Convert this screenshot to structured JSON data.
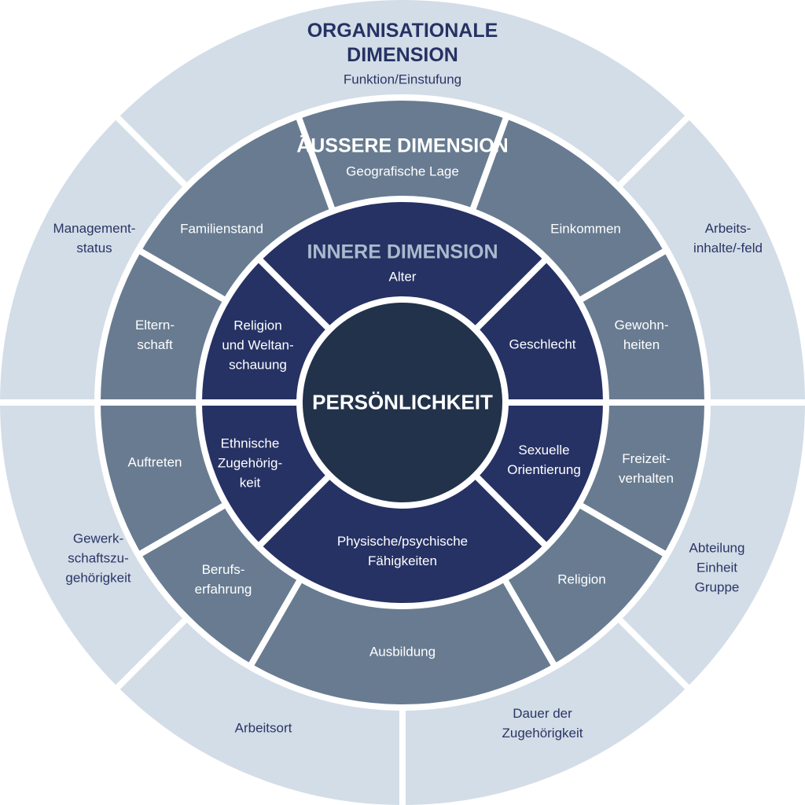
{
  "colors": {
    "outer": "#d3dde7",
    "middle": "#687b91",
    "inner": "#263264",
    "center": "#22324a",
    "separator": "#ffffff"
  },
  "organisational": {
    "title": "ORGANISATIONALE\nDIMENSION",
    "items": [
      "Funktion/Einstufung",
      "Arbeits-\ninhalte/-feld",
      "Abteilung\nEinheit\nGruppe",
      "Dauer der\nZugehörigkeit",
      "Arbeitsort",
      "Gewerk-\nschaftszu-\ngehörigkeit",
      "Management-\nstatus"
    ]
  },
  "external": {
    "title": "ÄUSSERE DIMENSION",
    "items": [
      "Geografische Lage",
      "Einkommen",
      "Gewohn-\nheiten",
      "Freizeit-\nverhalten",
      "Religion",
      "Ausbildung",
      "Berufs-\nerfahrung",
      "Auftreten",
      "Eltern-\nschaft",
      "Familienstand"
    ]
  },
  "internal": {
    "title": "INNERE DIMENSION",
    "items": [
      "Alter",
      "Geschlecht",
      "Sexuelle\nOrientierung",
      "Physische/psychische\nFähigkeiten",
      "Ethnische\nZugehörig-\nkeit",
      "Religion\nund Weltan-\nschauung"
    ]
  },
  "center": "PERSÖNLICHKEIT"
}
